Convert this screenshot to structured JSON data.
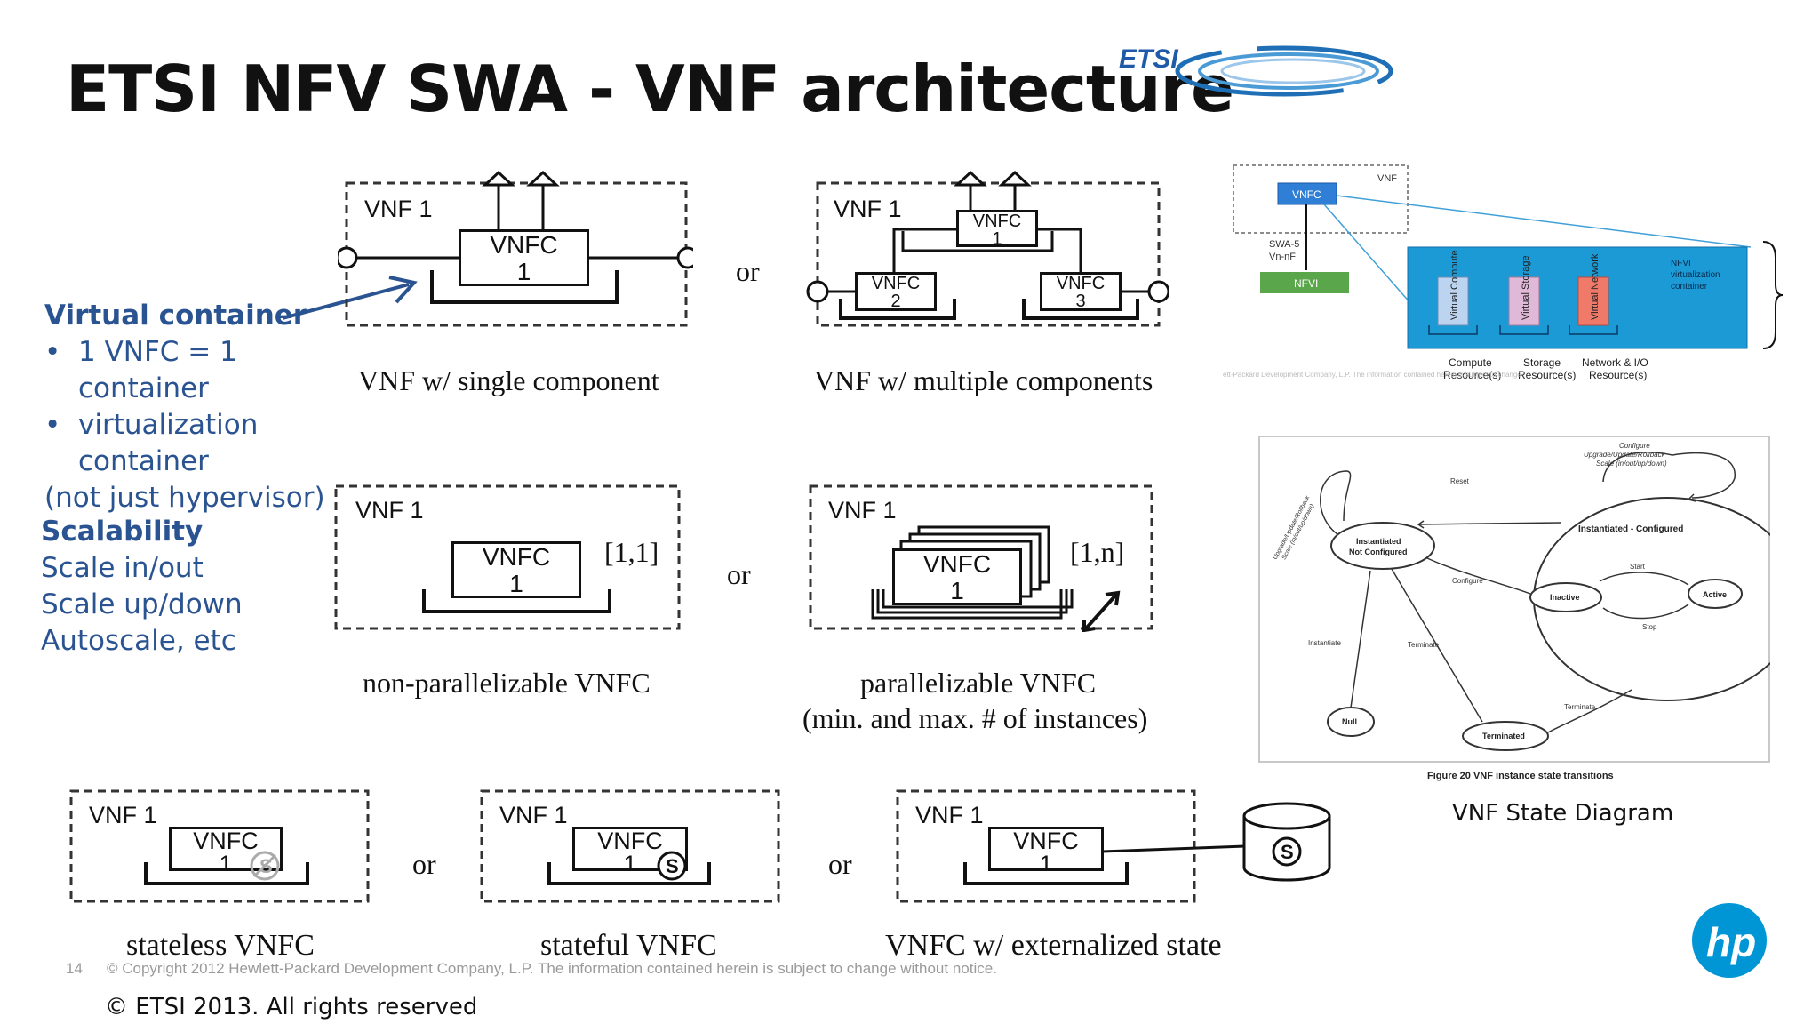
{
  "slide": {
    "title": "ETSI NFV SWA - VNF architecture",
    "logo_text": "ETSI",
    "page_number": "14",
    "hp_notice": "© Copyright 2012 Hewlett-Packard Development Company, L.P.  The information contained herein is subject to change without notice.",
    "etsi_copyright": "© ETSI 2013. All rights reserved",
    "hp_logo_text": "hp"
  },
  "left_panel": {
    "virtual_container": {
      "heading": "Virtual container",
      "bullets": [
        "1 VNFC = 1 container",
        "virtualization"
      ],
      "continuation": "container",
      "note": "(not just hypervisor)"
    },
    "scalability": {
      "heading": "Scalability",
      "lines": [
        "Scale in/out",
        "Scale up/down",
        "Autoscale, etc"
      ]
    }
  },
  "diagrams": {
    "vnf_label": "VNF 1",
    "or": "or",
    "single": {
      "vnfc": "VNFC",
      "num": "1",
      "caption": "VNF w/ single component"
    },
    "multiple": {
      "vnfc": "VNFC",
      "nums": [
        "1",
        "2",
        "3"
      ],
      "caption": "VNF w/ multiple components"
    },
    "non_parallel": {
      "vnfc": "VNFC",
      "num": "1",
      "range": "[1,1]",
      "caption": "non-parallelizable VNFC"
    },
    "parallel": {
      "vnfc": "VNFC",
      "num": "1",
      "range": "[1,n]",
      "caption_line1": "parallelizable VNFC",
      "caption_line2": "(min. and max. # of instances)"
    },
    "stateless": {
      "vnfc": "VNFC",
      "num": "1",
      "state_mark": "S",
      "caption": "stateless VNFC"
    },
    "stateful": {
      "vnfc": "VNFC",
      "num": "1",
      "state_mark": "S",
      "caption": "stateful VNFC"
    },
    "external": {
      "vnfc": "VNFC",
      "num": "1",
      "state_mark": "S",
      "caption": "VNFC w/ externalized state"
    }
  },
  "nfvi_figure": {
    "vnf": "VNF",
    "vnfc": "VNFC",
    "swa": "SWA-5",
    "vnnf": "Vn-nF",
    "nfvi": "NFVI",
    "container_note": [
      "NFVI",
      "virtualization",
      "container"
    ],
    "resources": [
      {
        "vertical": "Virtual Compute",
        "label1": "Compute",
        "label2": "Resource(s)",
        "color": "#bcd4f0"
      },
      {
        "vertical": "Virtual Storage",
        "label1": "Storage",
        "label2": "Resource(s)",
        "color": "#e0b8d8"
      },
      {
        "vertical": "Virtual Network",
        "label1": "Network & I/O",
        "label2": "Resource(s)",
        "color": "#f07a6a"
      }
    ],
    "faint_text": "ett-Packard Development Company, L.P. The information contained herein is subject to change"
  },
  "state_figure": {
    "top_label": [
      "Configure",
      "Upgrade/Update/Rollback",
      "Scale (in/out/up/down)"
    ],
    "reset": "Reset",
    "left_loop": [
      "Upgrade/Update/Rollback",
      "Scale (in/out/up/down)"
    ],
    "configured": "Instantiated - Configured",
    "not_configured": [
      "Instantiated",
      "Not Configured"
    ],
    "configure": "Configure",
    "start": "Start",
    "stop": "Stop",
    "inactive": "Inactive",
    "active": "Active",
    "instantiate": "Instantiate",
    "terminate": "Terminate",
    "null": "Null",
    "terminated": "Terminated",
    "caption": "Figure 20 VNF instance state transitions",
    "title": "VNF State Diagram"
  },
  "colors": {
    "accent_blue": "#2a5391",
    "nfvi_blue": "#1b9ad6",
    "nfvi_green": "#5aa64a",
    "hp_blue": "#0096d6"
  }
}
